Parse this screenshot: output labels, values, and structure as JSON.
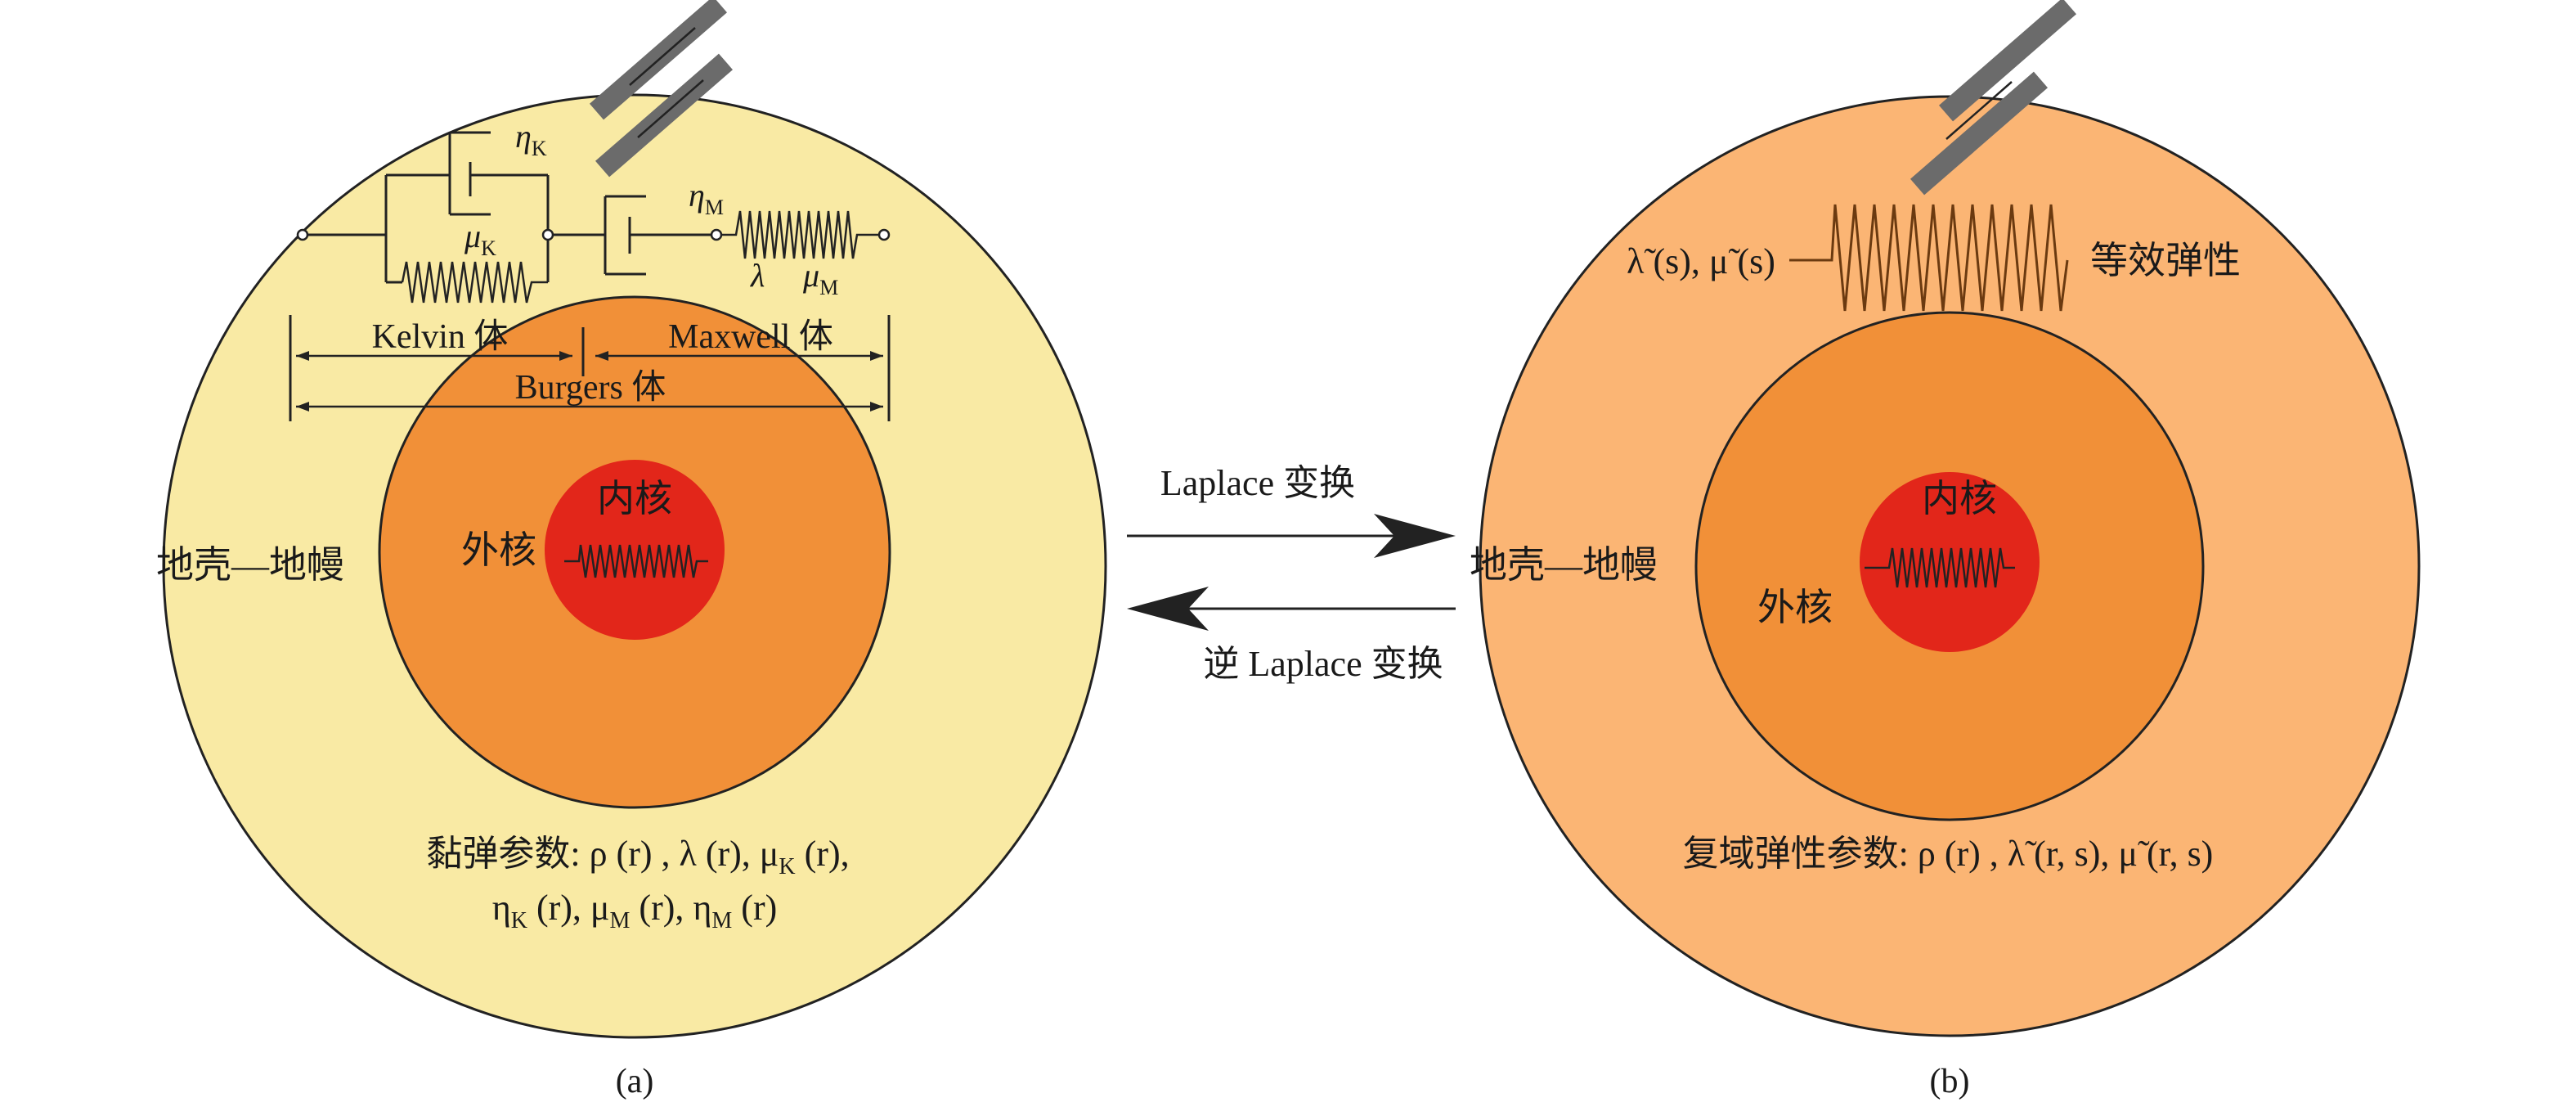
{
  "colors": {
    "crust_mantle_a": "#f9eaa4",
    "crust_mantle_b": "#fbb574",
    "outer_core": "#f19038",
    "inner_core": "#e2261a",
    "outline": "#222222",
    "fault_bar": "#6b6b6b"
  },
  "panel_a": {
    "caption": "(a)",
    "layer_crust_mantle": "地壳—地幔",
    "layer_outer_core": "外核",
    "layer_inner_core": "内核",
    "eta_k": "η",
    "eta_k_sub": "K",
    "mu_k": "μ",
    "mu_k_sub": "K",
    "eta_m": "η",
    "eta_m_sub": "M",
    "lambda": "λ",
    "mu_m": "μ",
    "mu_m_sub": "M",
    "kelvin_label": "Kelvin 体",
    "maxwell_label": "Maxwell  体",
    "burgers_label": "Burgers 体",
    "params_line1": "黏弹参数: ρ (r) , λ (r), μ",
    "params_line1_sub": "K",
    "params_line1_tail": " (r),",
    "params_line2_a": "η",
    "params_line2_a_sub": "K",
    "params_line2_b": " (r), μ",
    "params_line2_b_sub": "M",
    "params_line2_c": " (r), η",
    "params_line2_c_sub": "M",
    "params_line2_d": " (r)"
  },
  "transform": {
    "forward_label": "Laplace 变换",
    "inverse_label": "逆 Laplace 变换"
  },
  "panel_b": {
    "caption": "(b)",
    "layer_crust_mantle": "地壳—地幔",
    "layer_outer_core": "外核",
    "layer_inner_core": "内核",
    "spring_label": "λ̃ (s), μ̃ (s)",
    "equivalent_label": "等效弹性",
    "params_text": "复域弹性参数: ρ (r) , λ̃ (r, s), μ̃ (r, s)"
  }
}
